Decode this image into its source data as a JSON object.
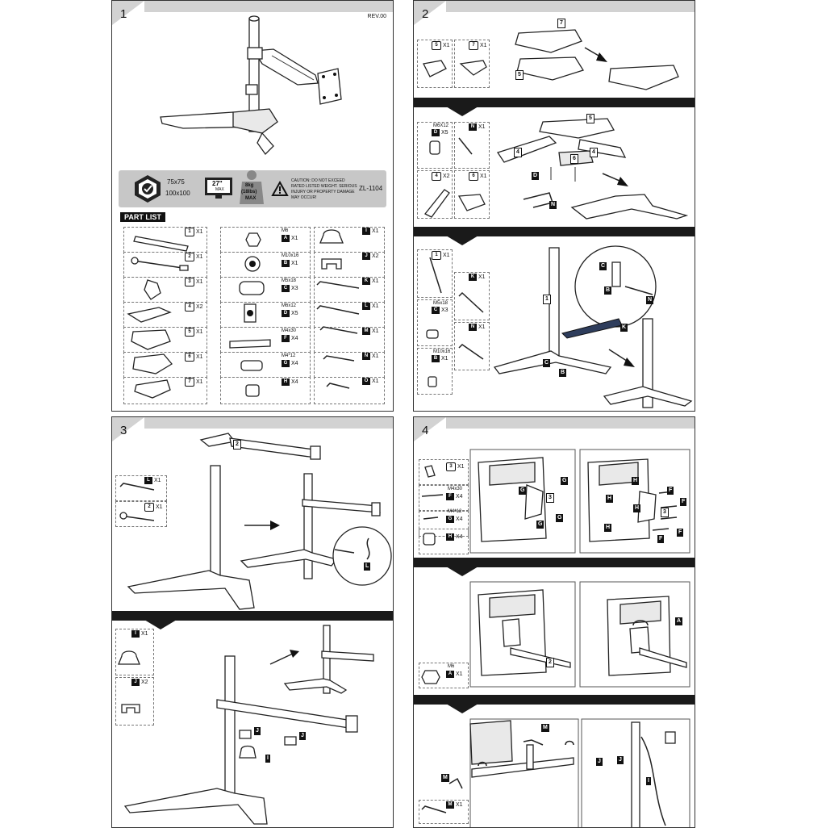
{
  "panel1": {
    "number": "1",
    "rev": "REV.00",
    "vesa_line1": "75x75",
    "vesa_line2": "100x100",
    "screen_size": "27\"",
    "screen_max": "MAX",
    "weight_line1": "8kg",
    "weight_line2": "(18lbs)",
    "weight_line3": "MAX",
    "caution_line1": "CAUTION: DO NOT EXCEED",
    "caution_line2": "RATED LISTED WEIGHT. SERIOUS",
    "caution_line3": "INJURY OR PROPERTY DAMAGE",
    "caution_line4": "MAY OCCUR!",
    "model": "ZL-1104",
    "part_list_title": "PART LIST",
    "parts_left": [
      {
        "id": "1",
        "qty": "X1"
      },
      {
        "id": "2",
        "qty": "X1"
      },
      {
        "id": "3",
        "qty": "X1"
      },
      {
        "id": "4",
        "qty": "X2"
      },
      {
        "id": "5",
        "qty": "X1"
      },
      {
        "id": "6",
        "qty": "X1"
      },
      {
        "id": "7",
        "qty": "X1"
      }
    ],
    "parts_mid": [
      {
        "id": "A",
        "spec": "M6",
        "qty": "X1"
      },
      {
        "id": "B",
        "spec": "M10x16",
        "qty": "X1"
      },
      {
        "id": "C",
        "spec": "M5x18",
        "qty": "X3"
      },
      {
        "id": "D",
        "spec": "M6x12",
        "qty": "X5"
      },
      {
        "id": "F",
        "spec": "M4x30",
        "qty": "X4"
      },
      {
        "id": "G",
        "spec": "M4*12",
        "qty": "X4"
      },
      {
        "id": "H",
        "spec": "",
        "qty": "X4"
      }
    ],
    "parts_right": [
      {
        "id": "I",
        "qty": "X1"
      },
      {
        "id": "J",
        "qty": "X2"
      },
      {
        "id": "K",
        "qty": "X1"
      },
      {
        "id": "L",
        "qty": "X1"
      },
      {
        "id": "M",
        "qty": "X1"
      },
      {
        "id": "N",
        "qty": "X1"
      },
      {
        "id": "O",
        "qty": "X1"
      }
    ]
  },
  "panel2": {
    "number": "2",
    "s1_parts": [
      {
        "id": "5",
        "qty": "X1"
      },
      {
        "id": "7",
        "qty": "X1"
      }
    ],
    "s1_labels": [
      "7",
      "5"
    ],
    "s2_parts": [
      {
        "id": "D",
        "spec": "M6X12",
        "qty": "X5"
      },
      {
        "id": "N",
        "qty": "X1"
      },
      {
        "id": "4",
        "qty": "X2"
      },
      {
        "id": "6",
        "qty": "X1"
      }
    ],
    "s2_labels": [
      "5",
      "4",
      "4",
      "6",
      "D",
      "N"
    ],
    "s3_parts": [
      {
        "id": "1",
        "qty": "X1"
      },
      {
        "id": "K",
        "qty": "X1"
      },
      {
        "id": "C",
        "spec": "M5x18",
        "qty": "X3"
      },
      {
        "id": "N",
        "qty": "X1"
      },
      {
        "id": "B",
        "spec": "M10x16",
        "qty": "X1"
      }
    ],
    "s3_labels": [
      "C",
      "B",
      "N",
      "K",
      "1",
      "C",
      "B"
    ]
  },
  "panel3": {
    "number": "3",
    "s1_parts": [
      {
        "id": "L",
        "qty": "X1"
      },
      {
        "id": "2",
        "qty": "X1"
      }
    ],
    "s1_labels": [
      "2",
      "L"
    ],
    "s2_parts": [
      {
        "id": "I",
        "qty": "X1"
      },
      {
        "id": "J",
        "qty": "X2"
      }
    ],
    "s2_labels": [
      "J",
      "J",
      "I"
    ]
  },
  "panel4": {
    "number": "4",
    "s1_parts": [
      {
        "id": "3",
        "qty": "X1"
      },
      {
        "id": "F",
        "spec": "M4x30",
        "qty": "X4"
      },
      {
        "id": "G",
        "spec": "M4*12",
        "qty": "X4"
      },
      {
        "id": "H",
        "qty": "X4"
      }
    ],
    "s1_labels": [
      "G",
      "G",
      "3",
      "G",
      "G",
      "H",
      "H",
      "H",
      "H",
      "F",
      "F",
      "F",
      "F",
      "3"
    ],
    "s2_parts": [
      {
        "id": "A",
        "spec": "M6",
        "qty": "X1"
      }
    ],
    "s2_labels": [
      "2",
      "A"
    ],
    "s3_parts": [
      {
        "id": "M",
        "qty": "X1"
      }
    ],
    "s3_labels": [
      "M",
      "M",
      "J",
      "J",
      "I"
    ]
  },
  "colors": {
    "ink": "#111111",
    "band": "#1a1a1a",
    "strip": "#c7c7c7",
    "tab": "#d2d2d2"
  },
  "icons": [
    "vesa-shield-icon",
    "monitor-icon",
    "weight-icon",
    "warning-icon",
    "allen-key-icon",
    "screw-icon",
    "nut-icon",
    "clip-icon"
  ]
}
